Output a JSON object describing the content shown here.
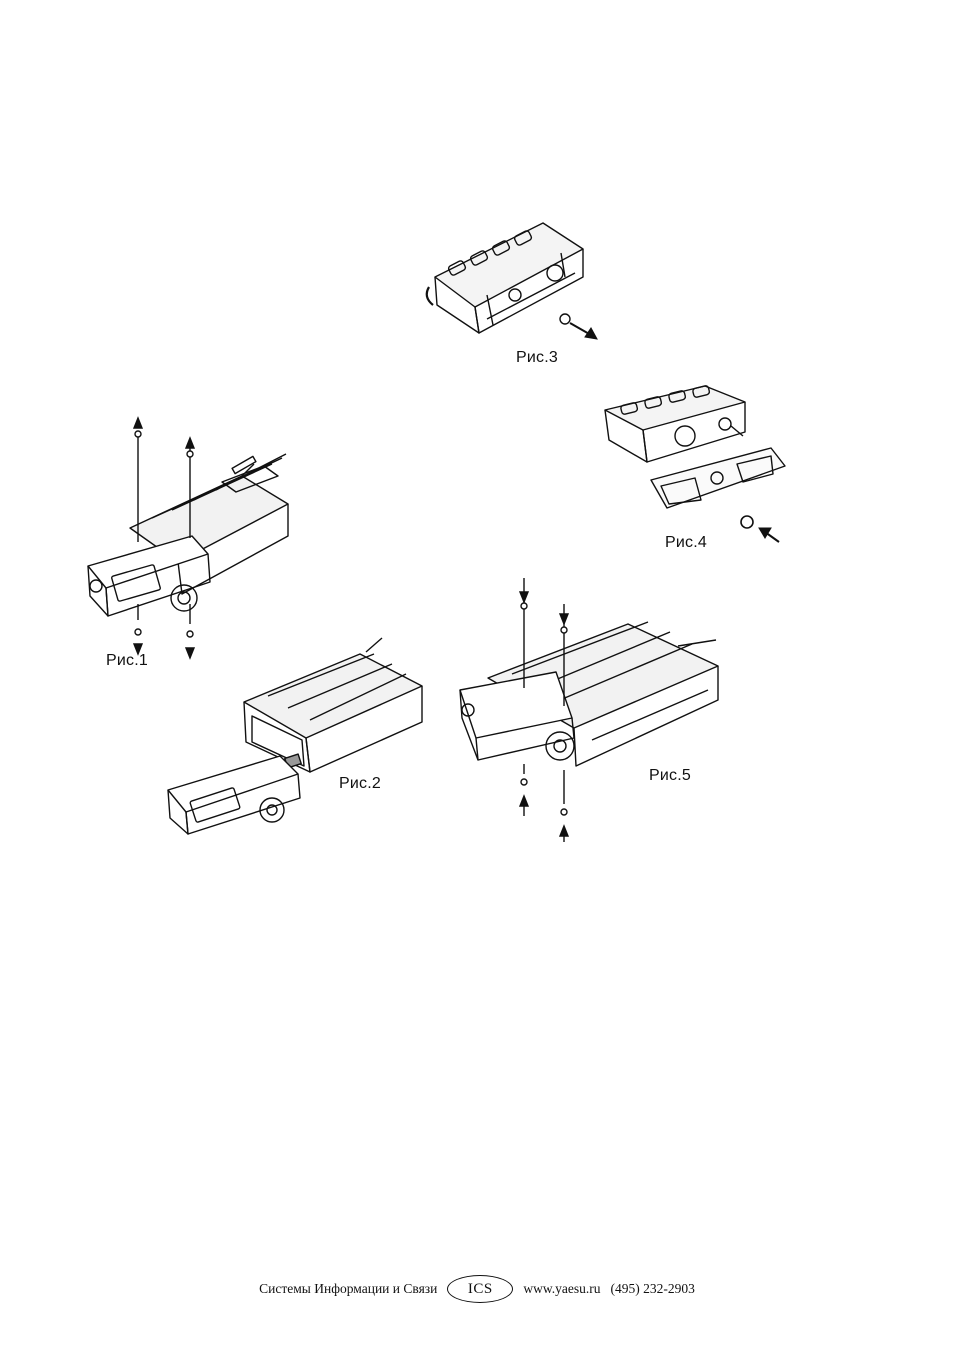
{
  "figures": {
    "fig1": "Рис.1",
    "fig2": "Рис.2",
    "fig3": "Рис.3",
    "fig4": "Рис.4",
    "fig5": "Рис.5"
  },
  "footer": {
    "company": "Системы Информации и Связи",
    "logo": "ICS",
    "website": "www.yaesu.ru",
    "phone": "(495) 232-2903"
  }
}
